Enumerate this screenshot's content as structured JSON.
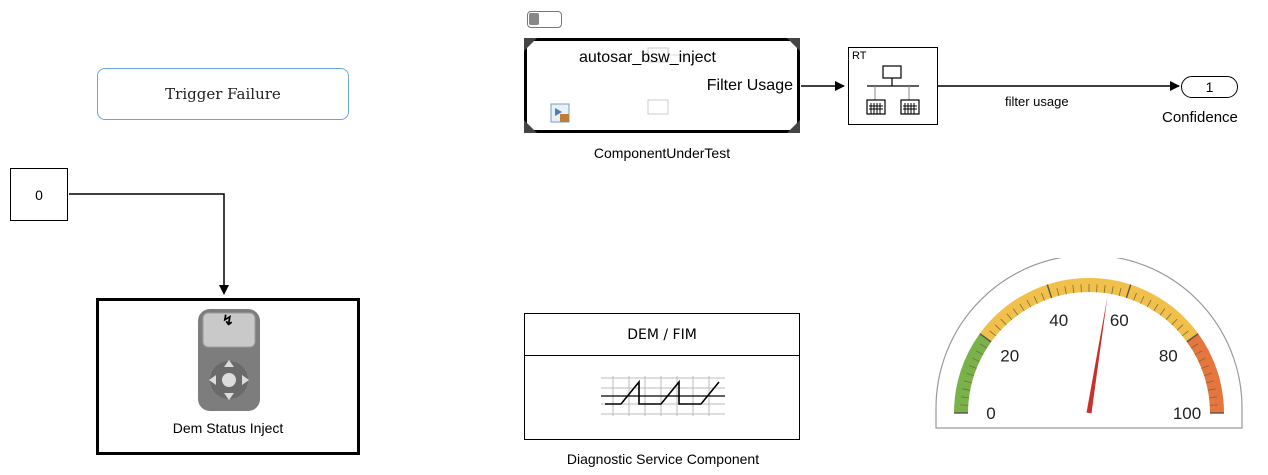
{
  "trigger_button": {
    "label": "Trigger Failure"
  },
  "constant_block": {
    "value": "0"
  },
  "dem_status_inject": {
    "label": "Dem Status Inject"
  },
  "component_under_test": {
    "title": "autosar_bsw_inject",
    "port_label": "Filter Usage",
    "caption": "ComponentUnderTest"
  },
  "rate_transition": {
    "tag": "RT"
  },
  "signal_line": {
    "label": "filter usage"
  },
  "outport": {
    "number": "1",
    "label": "Confidence"
  },
  "diag_block": {
    "header": "DEM / FIM",
    "caption": "Diagnostic Service Component"
  },
  "gauge": {
    "ticks": [
      "0",
      "20",
      "40",
      "60",
      "80",
      "100"
    ],
    "value": 55,
    "min": 0,
    "max": 100,
    "colors": {
      "green": "#7ab24a",
      "yellow": "#f0c04a",
      "orange": "#e4763e",
      "needle": "#c8302a"
    }
  }
}
